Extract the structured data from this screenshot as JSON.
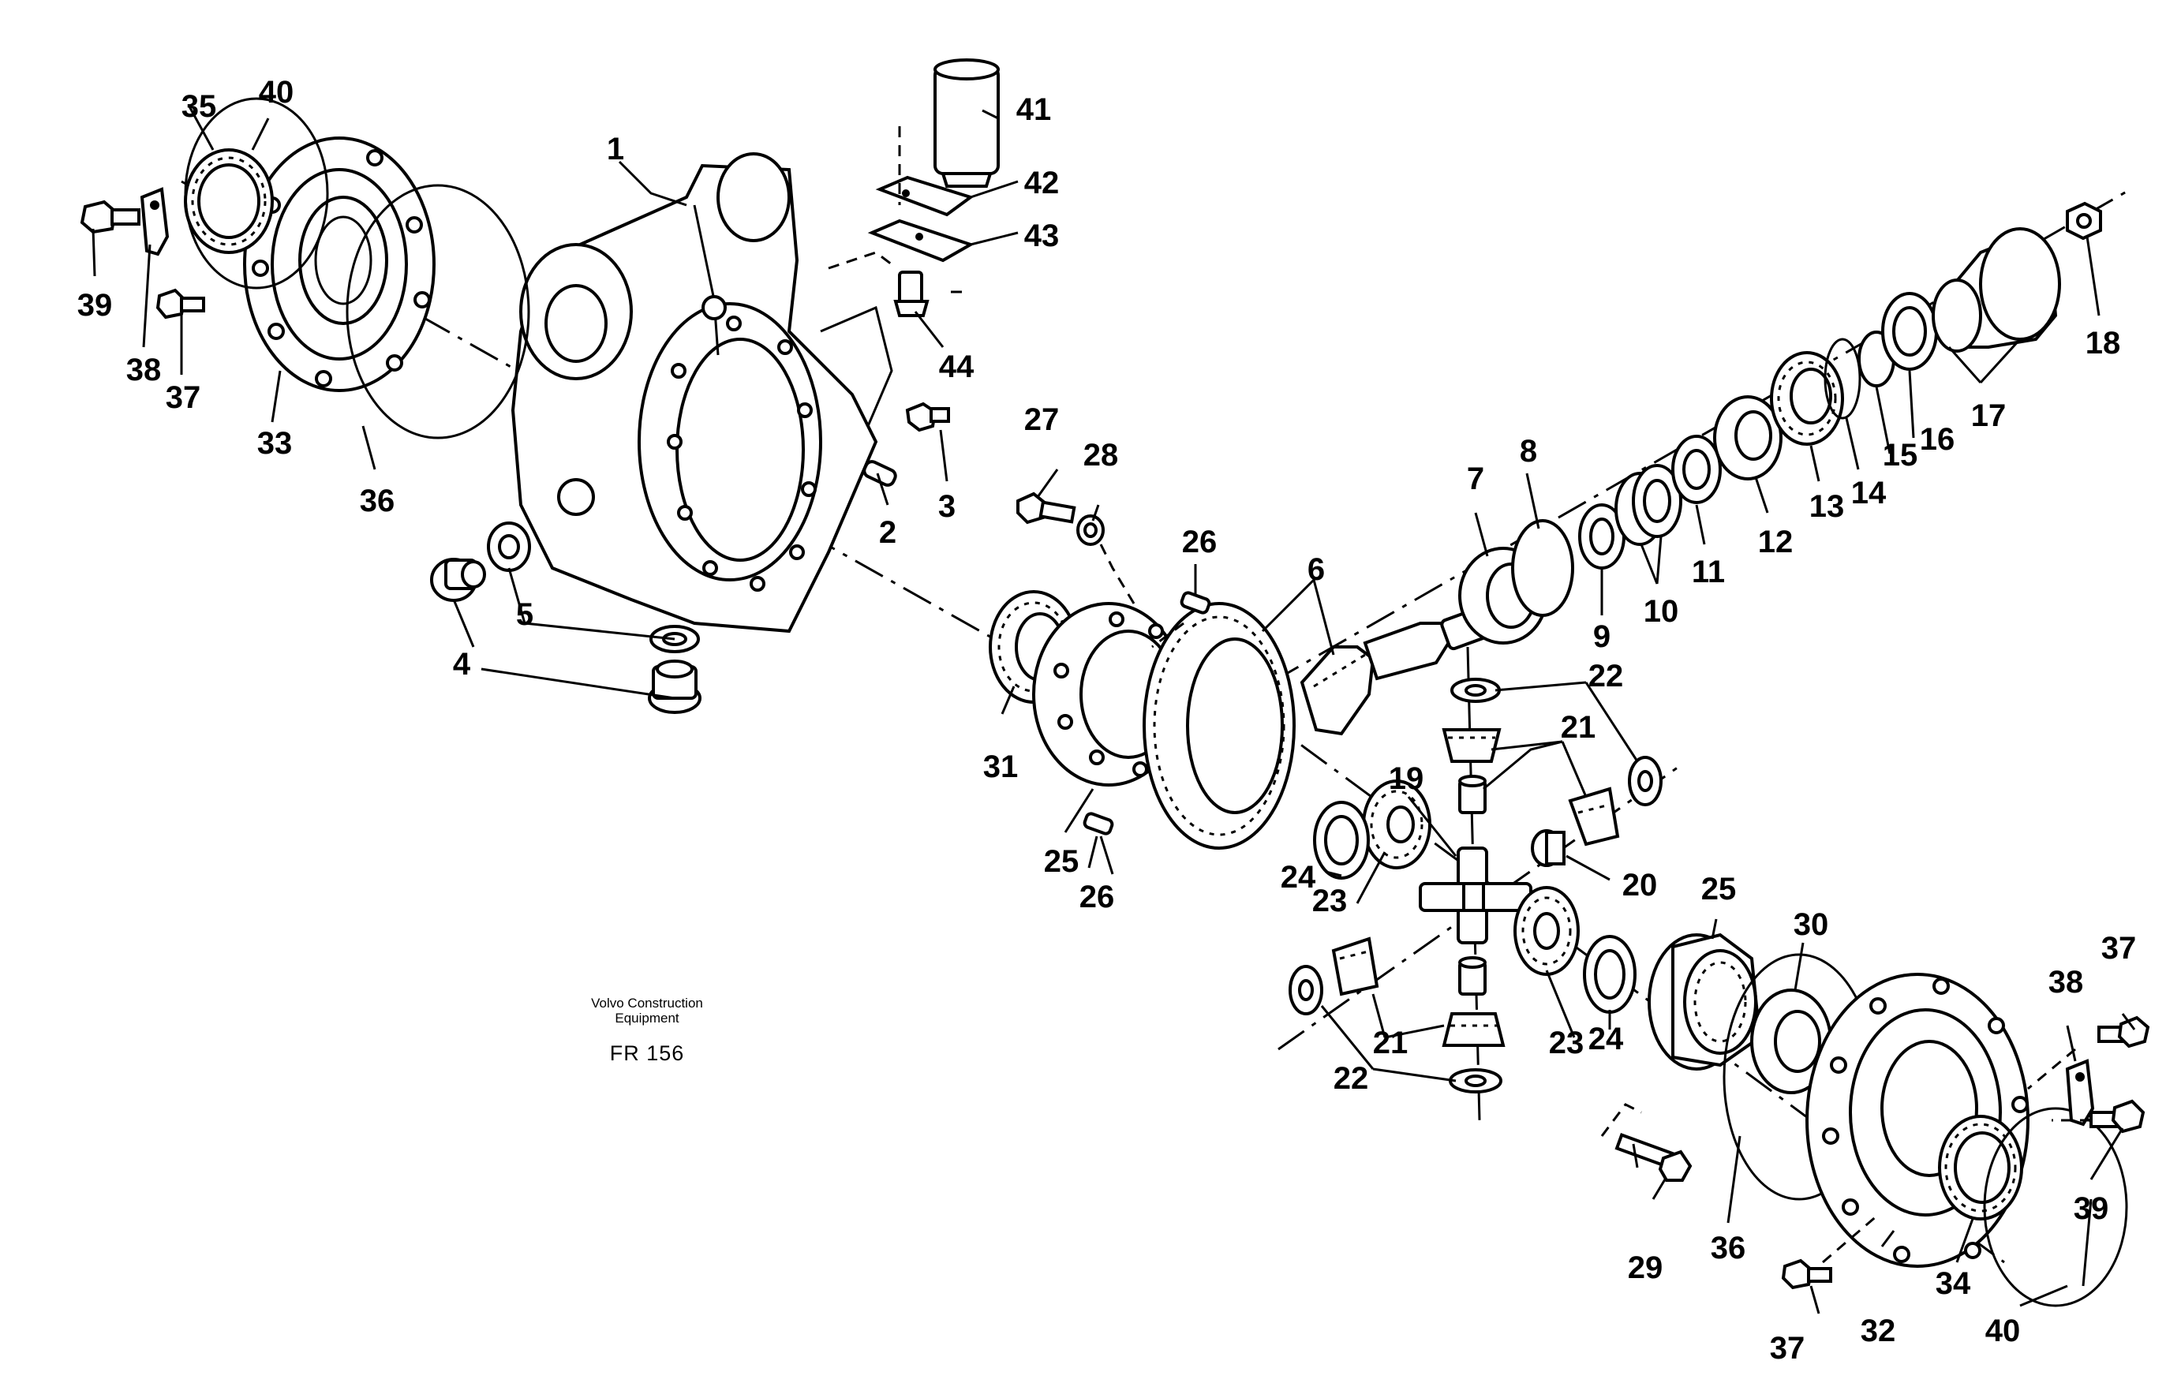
{
  "watermark": {
    "company_line1": "Volvo Construction",
    "company_line2": "Equipment",
    "figure_code": "FR 156"
  },
  "callouts": {
    "c1": "1",
    "c2": "2",
    "c3": "3",
    "c4": "4",
    "c5": "5",
    "c6": "6",
    "c7": "7",
    "c8": "8",
    "c9": "9",
    "c10": "10",
    "c11": "11",
    "c12": "12",
    "c13": "13",
    "c14": "14",
    "c15": "15",
    "c16": "16",
    "c17": "17",
    "c18": "18",
    "c19": "19",
    "c20": "20",
    "c21a": "21",
    "c21b": "21",
    "c22a": "22",
    "c22b": "22",
    "c23a": "23",
    "c23b": "23",
    "c24a": "24",
    "c24b": "24",
    "c25a": "25",
    "c25b": "25",
    "c26a": "26",
    "c26b": "26",
    "c27": "27",
    "c28": "28",
    "c29": "29",
    "c30": "30",
    "c31": "31",
    "c32": "32",
    "c33": "33",
    "c34": "34",
    "c35": "35",
    "c36a": "36",
    "c36b": "36",
    "c37a": "37",
    "c37b": "37",
    "c37c": "37",
    "c38a": "38",
    "c38b": "38",
    "c39a": "39",
    "c39b": "39",
    "c40a": "40",
    "c40b": "40",
    "c41": "41",
    "c42": "42",
    "c43": "43",
    "c44": "44"
  }
}
